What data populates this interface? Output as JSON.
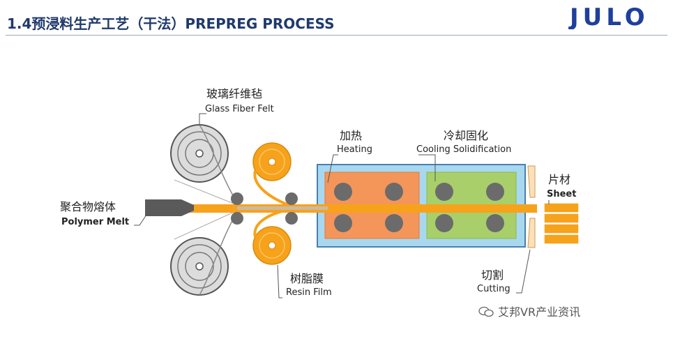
{
  "header": {
    "title": "1.4预浸料生产工艺（干法）PREPREG PROCESS",
    "logo_text": "JULO"
  },
  "labels": {
    "glass_fiber_cn": "玻璃纤维毡",
    "glass_fiber_en": "Glass Fiber Felt",
    "heating_cn": "加热",
    "heating_en": "Heating",
    "cooling_cn": "冷却固化",
    "cooling_en": "Cooling Solidification",
    "sheet_cn": "片材",
    "sheet_en": "Sheet",
    "polymer_cn": "聚合物熔体",
    "polymer_en": "Polymer Melt",
    "resin_cn": "树脂膜",
    "resin_en": "Resin Film",
    "cutting_cn": "切割",
    "cutting_en": "Cutting"
  },
  "watermark": "艾邦VR产业资讯",
  "colors": {
    "title": "#1f3a6b",
    "logo": "#1e3f9c",
    "orange": "#f7a21b",
    "chamber": "#a8d8f0",
    "heating_zone": "#f4955a",
    "cooling_zone": "#a8cf6a",
    "roller": "#6b6b6b",
    "grey_roll": "#dcdcdc"
  }
}
